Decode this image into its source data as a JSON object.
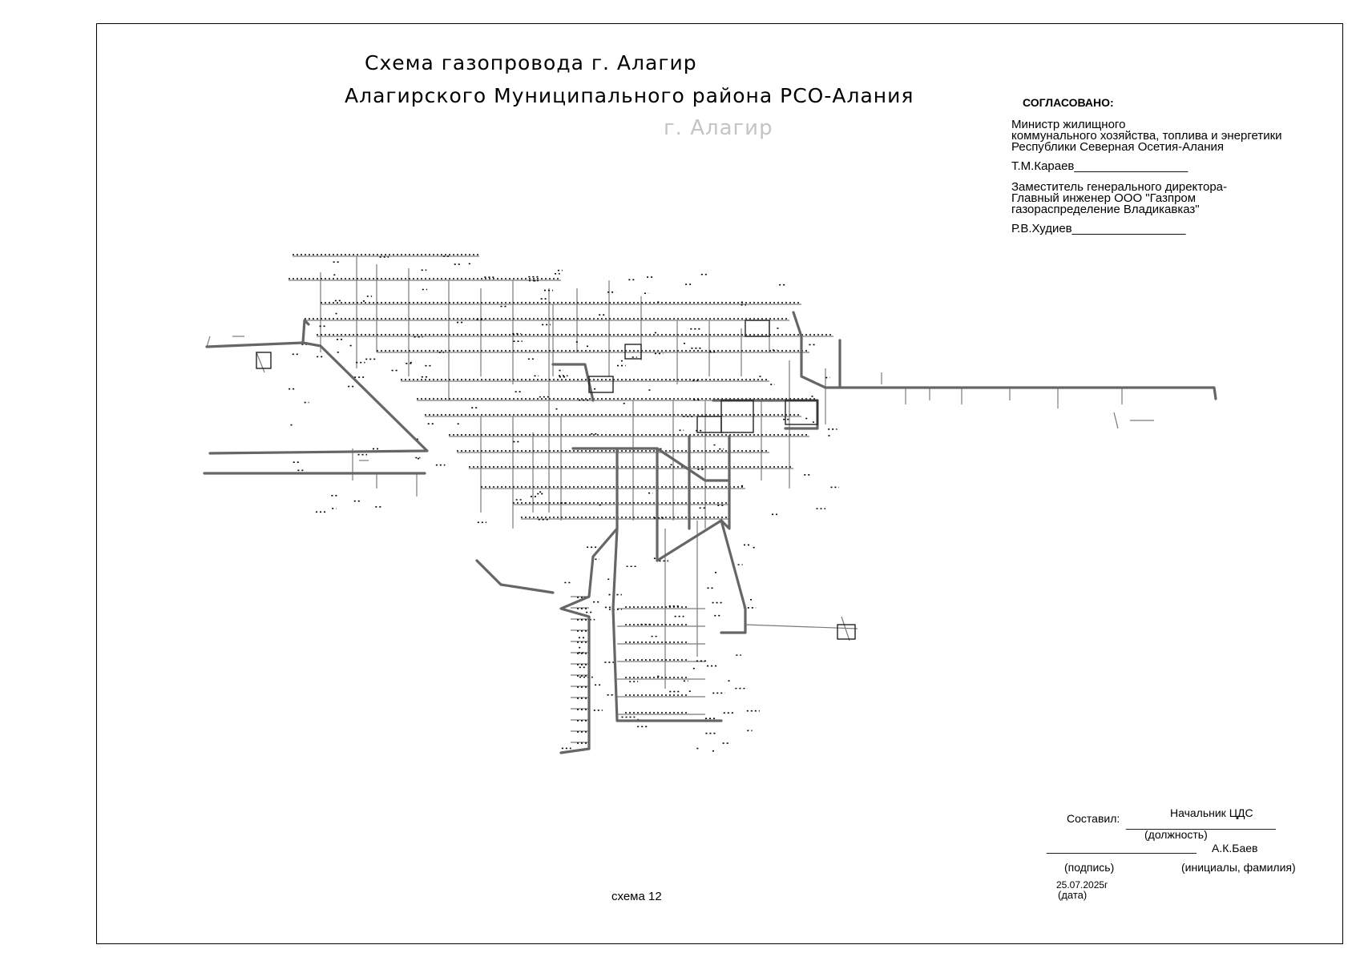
{
  "header": {
    "title_line1": "Схема газопровода г. Алагир",
    "title_line2": "Алагирского   Муниципального района РСО-Алания",
    "place": "г. Алагир"
  },
  "approval": {
    "heading": "СОГЛАСОВАНО:",
    "minister_title": [
      "Министр жилищного",
      "коммунального  хозяйства, топлива и энергетики",
      "Республики Северная Осетия-Алания"
    ],
    "minister_signature": "Т.М.Караев_________________",
    "deputy_title": [
      "Заместитель генерального директора-",
      "Главный инженер  ООО \"Газпром",
      "газораспределение Владикавказ\""
    ],
    "deputy_signature": "Р.В.Худиев_________________"
  },
  "stamp": {
    "compiled_label": "Составил:",
    "position_value": "Начальник ЦДС",
    "position_caption": "(должность)",
    "name_value": "А.К.Баев",
    "signature_caption": "(подпись)",
    "name_caption": "(инициалы, фамилия)",
    "date_value": "25.07.2025г",
    "date_caption": "(дата)"
  },
  "scheme_label": "схема 12"
}
